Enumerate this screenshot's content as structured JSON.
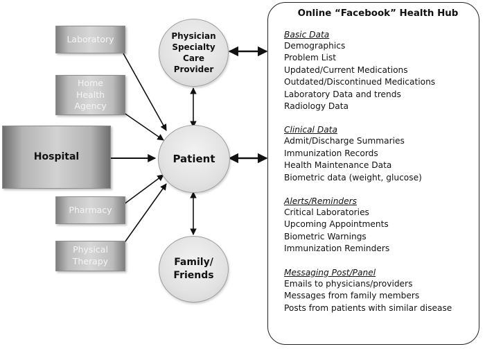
{
  "nodes": {
    "laboratory": "Laboratory",
    "home_health_agency": "Home Health Agency",
    "hospital": "Hospital",
    "pharmacy": "Pharmacy",
    "physical_therapy": "Physical Therapy",
    "physician": "Physician Specialty Care Provider",
    "patient": "Patient",
    "family": "Family/ Friends"
  },
  "hub": {
    "title": "Online “Facebook” Health Hub",
    "sections": [
      {
        "title": "Basic Data",
        "items": [
          "Demographics",
          "Problem List",
          "Updated/Current Medications",
          "Outdated/Discontinued Medications",
          "Laboratory Data and trends",
          "Radiology Data"
        ]
      },
      {
        "title": "Clinical Data",
        "items": [
          "Admit/Discharge Summaries",
          "Immunization Records",
          "Health Maintenance Data",
          "Biometric data (weight, glucose)"
        ]
      },
      {
        "title": "Alerts/Reminders",
        "items": [
          "Critical Laboratories",
          "Upcoming Appointments",
          "Biometric Warnings",
          "Immunization Reminders"
        ]
      },
      {
        "title": "Messaging Post/Panel",
        "items": [
          "Emails to physicians/providers",
          "Messages from family members",
          "Posts from patients with similar disease"
        ]
      }
    ]
  },
  "edges": [
    {
      "from": "laboratory",
      "to": "patient",
      "direction": "forward"
    },
    {
      "from": "home_health_agency",
      "to": "patient",
      "direction": "forward"
    },
    {
      "from": "hospital",
      "to": "patient",
      "direction": "forward"
    },
    {
      "from": "pharmacy",
      "to": "patient",
      "direction": "forward"
    },
    {
      "from": "physical_therapy",
      "to": "patient",
      "direction": "forward"
    },
    {
      "from": "physician",
      "to": "patient",
      "direction": "both"
    },
    {
      "from": "patient",
      "to": "family",
      "direction": "both"
    },
    {
      "from": "physician",
      "to": "hub",
      "direction": "both"
    },
    {
      "from": "patient",
      "to": "hub",
      "direction": "both"
    }
  ]
}
